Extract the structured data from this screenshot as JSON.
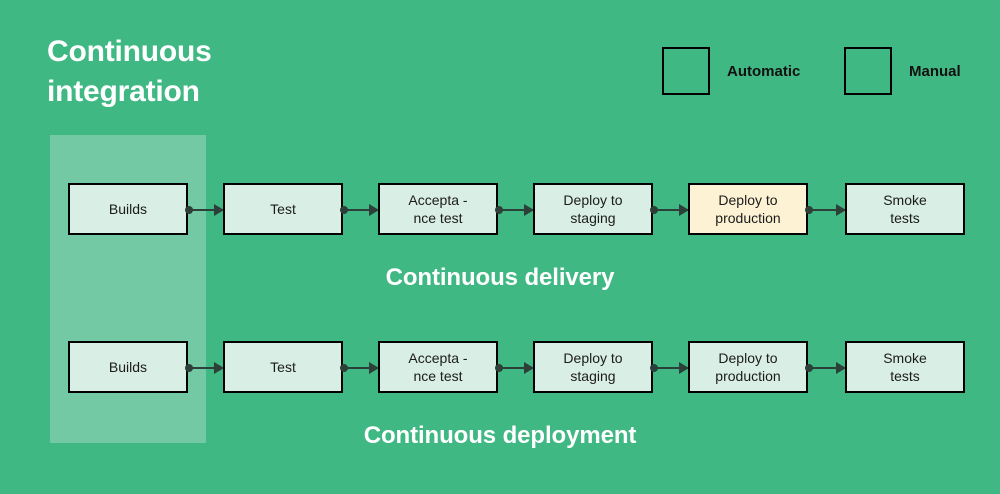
{
  "colors": {
    "background_green": "#3fb883",
    "ci_band_green": "#72c9a4",
    "automatic_fill": "#d9eee5",
    "manual_fill": "#fdf3d4",
    "border": "#000000",
    "arrow": "#2c3f38",
    "title_text": "#ffffff",
    "node_text": "#1b1b1b"
  },
  "main_title": "Continuous\nintegration",
  "legend": {
    "automatic": {
      "label": "Automatic",
      "swatch": "#d9eee5",
      "type": "automatic"
    },
    "manual": {
      "label": "Manual",
      "swatch": "#fdf3d4",
      "type": "manual"
    }
  },
  "rows": [
    {
      "title": "Continuous delivery",
      "nodes": [
        {
          "label": "Builds",
          "type": "automatic"
        },
        {
          "label": "Test",
          "type": "automatic"
        },
        {
          "label": "Accepta -\nnce test",
          "type": "automatic"
        },
        {
          "label": "Deploy to\nstaging",
          "type": "automatic"
        },
        {
          "label": "Deploy to\nproduction",
          "type": "manual"
        },
        {
          "label": "Smoke\ntests",
          "type": "automatic"
        }
      ]
    },
    {
      "title": "Continuous deployment",
      "nodes": [
        {
          "label": "Builds",
          "type": "automatic"
        },
        {
          "label": "Test",
          "type": "automatic"
        },
        {
          "label": "Accepta -\nnce test",
          "type": "automatic"
        },
        {
          "label": "Deploy to\nstaging",
          "type": "automatic"
        },
        {
          "label": "Deploy to\nproduction",
          "type": "automatic"
        },
        {
          "label": "Smoke\ntests",
          "type": "automatic"
        }
      ]
    }
  ]
}
